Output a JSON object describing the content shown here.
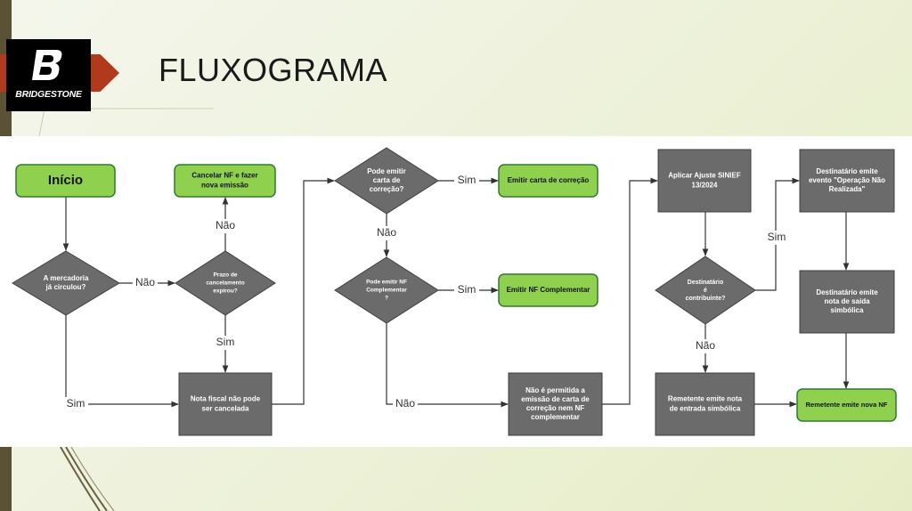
{
  "slide": {
    "title": "FLUXOGRAMA",
    "logo_text": "BRIDGESTONE"
  },
  "colors": {
    "green_fill": "#8fd14f",
    "green_stroke": "#2f7a2f",
    "gray_fill": "#6b6b6b",
    "gray_stroke": "#3f3f3f",
    "accent_red": "#b1391c",
    "accent_bar": "#5b5135"
  },
  "flowchart": {
    "nodes": {
      "inicio": "Início",
      "cancelar": [
        "Cancelar NF e fazer",
        "nova emissão"
      ],
      "mercadoria": [
        "A mercadoria",
        "já circulou?"
      ],
      "prazo": [
        "Prazo de",
        "cancelamento",
        "expirou?"
      ],
      "nota_fiscal": [
        "Nota fiscal não pode",
        "ser cancelada"
      ],
      "pode_carta": [
        "Pode emitir",
        "carta de",
        "correção?"
      ],
      "emitir_carta": "Emitir carta de correção",
      "pode_nf": [
        "Pode emitir NF",
        "Complementar",
        "?"
      ],
      "emitir_nf": "Emitir NF Complementar",
      "nao_permitida": [
        "Não é permitida a",
        "emissão de carta de",
        "correção nem NF",
        "complementar"
      ],
      "aplicar": [
        "Aplicar Ajuste SINIEF",
        "13/2024"
      ],
      "destinatario_q": [
        "Destinatário",
        "é",
        "contribuinte?"
      ],
      "remetente_entrada": [
        "Remetente emite nota",
        "de entrada simbólica"
      ],
      "dest_evento": [
        "Destinatário emite",
        "evento \"Operação Não",
        "Realizada\""
      ],
      "dest_saida": [
        "Destinatário emite",
        "nota de saída",
        "simbólica"
      ],
      "remetente_nova": "Remetente emite nova NF"
    },
    "edge_labels": {
      "nao_mercadoria": "Não",
      "nao_prazo": "Não",
      "sim_prazo": "Sim",
      "sim_mercadoria": "Sim",
      "sim_carta": "Sim",
      "nao_carta": "Não",
      "sim_nf": "Sim",
      "nao_nf": "Não",
      "sim_destinatario": "Sim",
      "nao_destinatario": "Não"
    }
  }
}
